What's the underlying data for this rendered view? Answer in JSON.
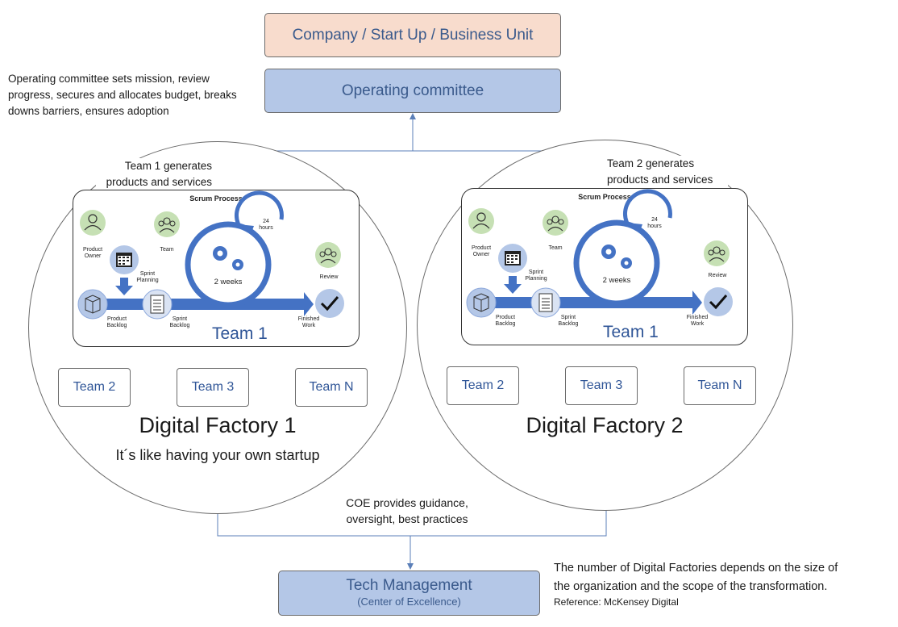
{
  "top_box": "Company / Start Up / Business Unit",
  "operating_box": "Operating committee",
  "operating_note": [
    "Operating committee  sets mission, review",
    "progress, secures and allocates budget, breaks",
    "downs barriers, ensures adoption"
  ],
  "factory1": {
    "generates_note": [
      "Team 1 generates",
      "products  and services"
    ],
    "scrum_title": "Scrum Process",
    "scrum_labels": {
      "product_owner": [
        "Product",
        "Owner"
      ],
      "team": "Team",
      "sprint_planning": [
        "Sprint",
        "Planning"
      ],
      "hours": [
        "24",
        "hours"
      ],
      "weeks": "2 weeks",
      "review": "Review",
      "product_backlog": [
        "Product",
        "Backlog"
      ],
      "sprint_backlog": [
        "Sprint",
        "Backlog"
      ],
      "finished_work": [
        "Finished",
        "Work"
      ]
    },
    "team_label": "Team 1",
    "teams": [
      "Team 2",
      "Team 3",
      "Team N"
    ],
    "name": "Digital Factory 1",
    "tagline": "It´s like having your own startup"
  },
  "factory2": {
    "generates_note": [
      "Team 2 generates",
      "products  and services"
    ],
    "scrum_title": "Scrum Process",
    "scrum_labels": {
      "product_owner": [
        "Product",
        "Owner"
      ],
      "team": "Team",
      "sprint_planning": [
        "Sprint",
        "Planning"
      ],
      "hours": [
        "24",
        "hours"
      ],
      "weeks": "2 weeks",
      "review": "Review",
      "product_backlog": [
        "Product",
        "Backlog"
      ],
      "sprint_backlog": [
        "Sprint",
        "Backlog"
      ],
      "finished_work": [
        "Finished",
        "Work"
      ]
    },
    "team_label": "Team 1",
    "teams": [
      "Team 2",
      "Team 3",
      "Team N"
    ],
    "name": "Digital Factory 2"
  },
  "coe_note": [
    "COE provides guidance,",
    "oversight, best practices"
  ],
  "tech_box": {
    "title": "Tech Management",
    "subtitle": "(Center of Excellence)"
  },
  "footnote": [
    "The number of Digital Factories depends on the size of",
    "the organization and the scope of the transformation."
  ],
  "reference": "Reference: McKensey Digital",
  "colors": {
    "salmon": "#f8dccd",
    "light_blue": "#b4c7e7",
    "accent_blue": "#4472c4",
    "text_blue": "#2f5597",
    "icon_green": "#c6e0b4",
    "icon_blue": "#b4c7e7"
  }
}
